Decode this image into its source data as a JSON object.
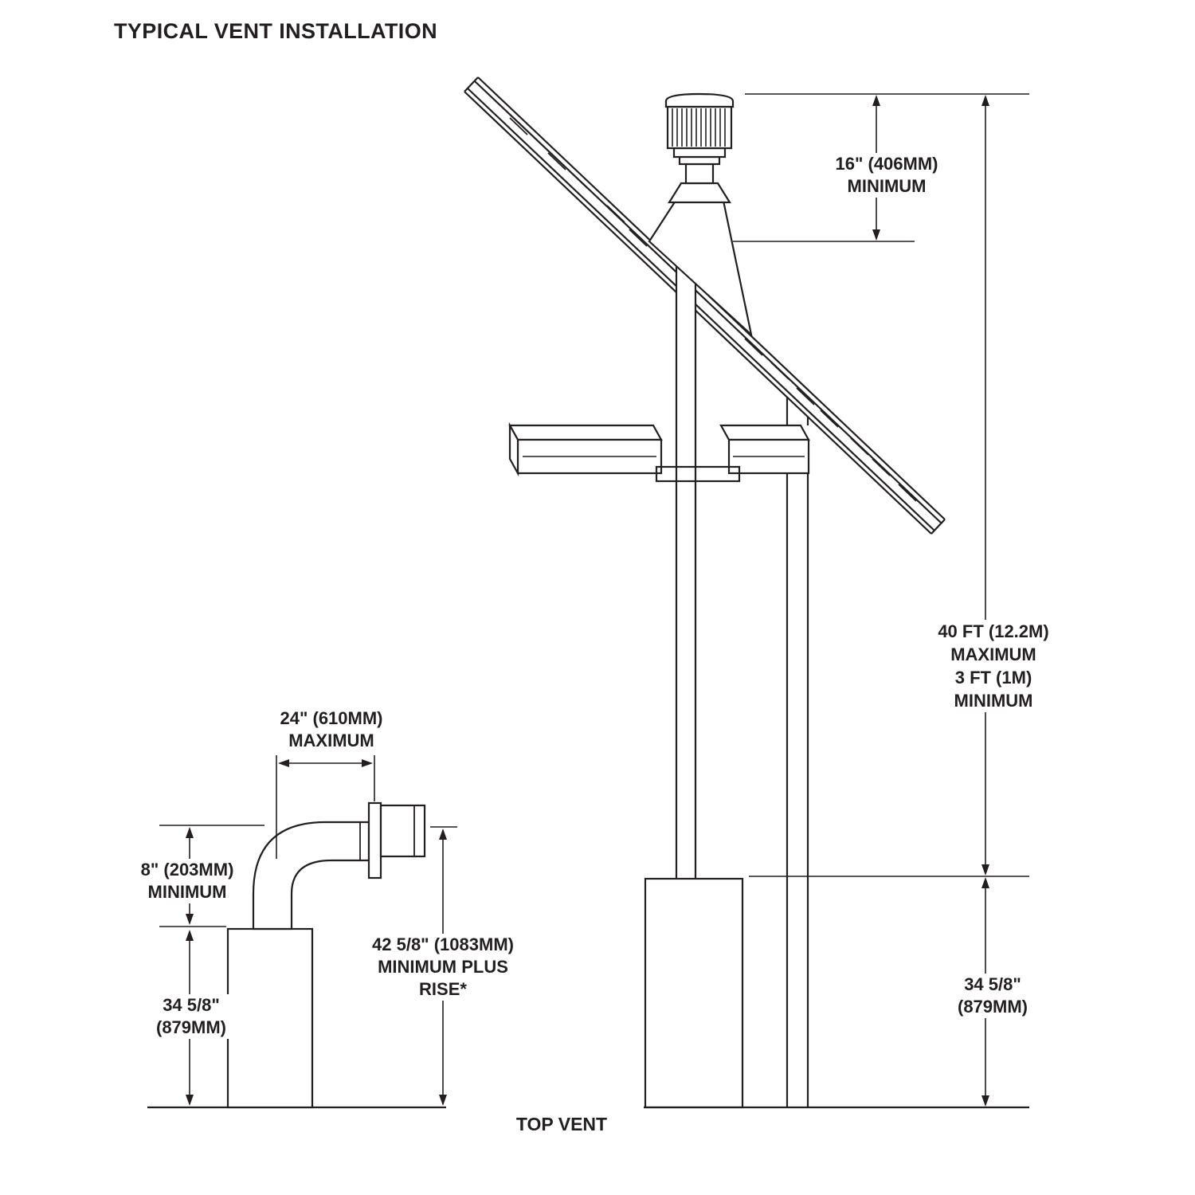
{
  "title": "TYPICAL VENT INSTALLATION",
  "footer": {
    "label": "TOP VENT"
  },
  "colors": {
    "line": "#231f20",
    "background": "#ffffff"
  },
  "dims": {
    "min16": {
      "line1": "16\" (406MM)",
      "line2": "MINIMUM"
    },
    "vent_run": {
      "line1": "40 FT (12.2M)",
      "line2": "MAXIMUM",
      "line3": "3 FT (1M)",
      "line4": "MINIMUM"
    },
    "right_appliance": {
      "line1": "34 5/8\"",
      "line2": "(879MM)"
    },
    "horiz_max": {
      "line1": "24\" (610MM)",
      "line2": "MAXIMUM"
    },
    "min8": {
      "line1": "8\" (203MM)",
      "line2": "MINIMUM"
    },
    "min_plus_rise": {
      "line1": "42 5/8\" (1083MM)",
      "line2": "MINIMUM PLUS",
      "line3": "RISE*"
    },
    "left_appliance": {
      "line1": "34 5/8\"",
      "line2": "(879MM)"
    }
  }
}
